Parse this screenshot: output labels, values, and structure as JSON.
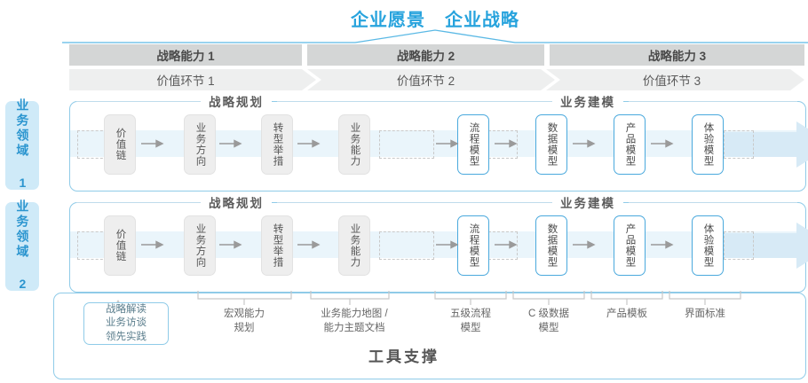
{
  "header": {
    "titles": [
      "企业愿景",
      "企业战略"
    ],
    "accent_color": "#27a3dd"
  },
  "capabilities": [
    {
      "label": "战略能力 1"
    },
    {
      "label": "战略能力 2"
    },
    {
      "label": "战略能力 3"
    }
  ],
  "value_chain": [
    {
      "label": "价值环节 1"
    },
    {
      "label": "价值环节 2"
    },
    {
      "label": "价值环节 3"
    }
  ],
  "domains": [
    {
      "label": "业务领域 1"
    },
    {
      "label": "业务领域 2"
    }
  ],
  "sections": [
    {
      "label": "战略规划"
    },
    {
      "label": "业务建模"
    }
  ],
  "nodes": {
    "planning": [
      {
        "label": "价值链",
        "style": "gray"
      },
      {
        "label": "业务方向",
        "style": "gray"
      },
      {
        "label": "转型举措",
        "style": "gray"
      },
      {
        "label": "业务能力",
        "style": "gray"
      }
    ],
    "modeling": [
      {
        "label": "流程模型",
        "style": "blue"
      },
      {
        "label": "数据模型",
        "style": "blue"
      },
      {
        "label": "产品模型",
        "style": "blue"
      },
      {
        "label": "体验模型",
        "style": "blue"
      }
    ]
  },
  "tools": {
    "chip": "战略解读\n业务访谈\n领先实践",
    "chip_lines": [
      "战略解读",
      "业务访谈",
      "领先实践"
    ],
    "labels": [
      {
        "lines": [
          "宏观能力",
          "规划"
        ]
      },
      {
        "lines": [
          "业务能力地图 /",
          "能力主题文档"
        ]
      },
      {
        "lines": [
          "五级流程",
          "模型"
        ]
      },
      {
        "lines": [
          "C 级数据",
          "模型"
        ]
      },
      {
        "lines": [
          "产品模板"
        ]
      },
      {
        "lines": [
          "界面标准"
        ]
      }
    ],
    "footer": "工具支撑"
  },
  "colors": {
    "accent": "#27a3dd",
    "border_blue": "#8fcbe8",
    "node_blue": "#4aa9dd",
    "band_gray": "#d4d6d6",
    "chevron_gray": "#eeefef",
    "flow_band": "#eaf5fb",
    "tab_bg": "#cfeaf8"
  }
}
